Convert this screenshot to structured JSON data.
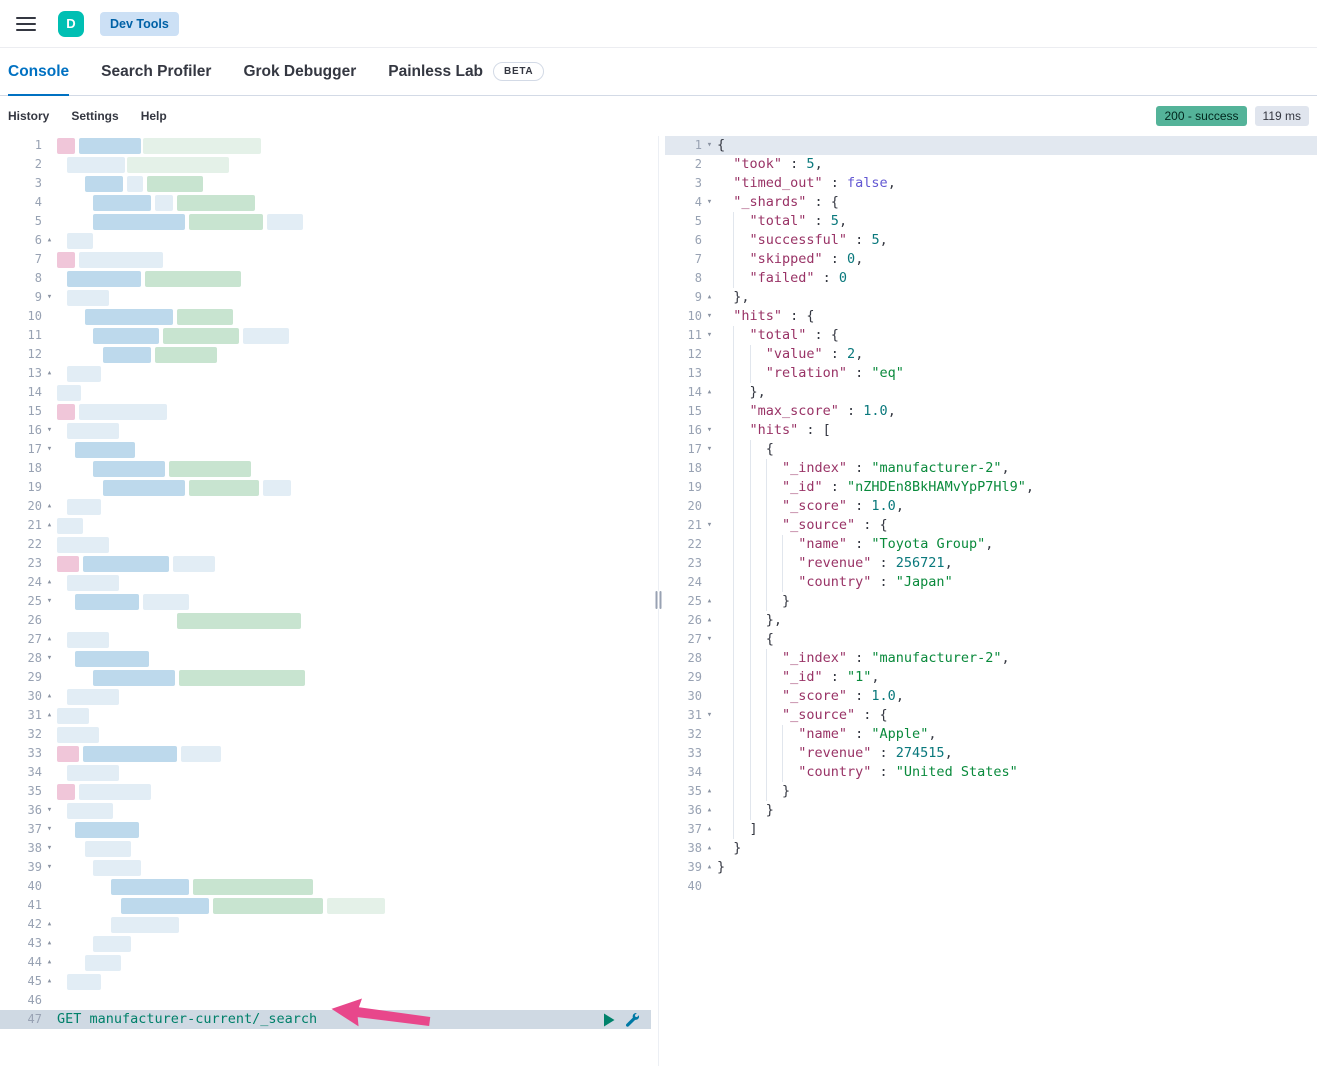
{
  "header": {
    "avatar_letter": "D",
    "breadcrumb": "Dev Tools"
  },
  "tabs": {
    "items": [
      {
        "label": "Console",
        "active": true
      },
      {
        "label": "Search Profiler"
      },
      {
        "label": "Grok Debugger"
      },
      {
        "label": "Painless Lab",
        "beta": "BETA"
      }
    ]
  },
  "toolbar": {
    "links": [
      "History",
      "Settings",
      "Help"
    ],
    "status_badge": "200 - success",
    "time_badge": "119 ms"
  },
  "colors": {
    "accent_blue": "#0071c2",
    "avatar_teal": "#00bfb3",
    "breadcrumb_badge_bg": "#cce0f5",
    "breadcrumb_badge_text": "#0061a6",
    "success_badge_bg": "#54b399",
    "time_badge_bg": "#e0e5ee",
    "selected_line_bg": "#cfd9e3",
    "response_highlight_bg": "#e2e8f0",
    "token_key": "#993366",
    "token_string": "#0a8a3c",
    "token_number": "#09787c",
    "token_boolean": "#6257d2",
    "token_method": "#00806a",
    "play_green": "#00826b",
    "wrench_blue": "#0079a5",
    "arrow_pink": "#e8478b"
  },
  "request_editor": {
    "line_count": 47,
    "selected_line": 47,
    "request": {
      "method": "GET",
      "path": "manufacturer-current/_search"
    },
    "fold_markers": {
      "6": "u",
      "9": "d",
      "13": "u",
      "16": "d",
      "17": "d",
      "20": "u",
      "21": "u",
      "24": "u",
      "25": "d",
      "27": "u",
      "28": "d",
      "30": "u",
      "31": "u",
      "36": "d",
      "37": "d",
      "38": "d",
      "39": "d",
      "42": "u",
      "43": "u",
      "44": "u",
      "45": "u"
    },
    "redacted_lines": {
      "1": [
        [
          0,
          18,
          "p"
        ],
        [
          22,
          62,
          "b"
        ],
        [
          86,
          118,
          "m"
        ]
      ],
      "2": [
        [
          10,
          58,
          "l"
        ],
        [
          70,
          102,
          "m"
        ]
      ],
      "3": [
        [
          28,
          38,
          "b"
        ],
        [
          70,
          16,
          "l"
        ],
        [
          90,
          56,
          "g"
        ]
      ],
      "4": [
        [
          36,
          58,
          "b"
        ],
        [
          98,
          18,
          "l"
        ],
        [
          120,
          78,
          "g"
        ]
      ],
      "5": [
        [
          36,
          92,
          "b"
        ],
        [
          132,
          74,
          "g"
        ],
        [
          210,
          36,
          "l"
        ]
      ],
      "6": [
        [
          10,
          26,
          "l"
        ]
      ],
      "7": [
        [
          0,
          18,
          "p"
        ],
        [
          22,
          84,
          "l"
        ]
      ],
      "8": [
        [
          10,
          74,
          "b"
        ],
        [
          88,
          96,
          "g"
        ]
      ],
      "9": [
        [
          10,
          42,
          "l"
        ]
      ],
      "10": [
        [
          28,
          88,
          "b"
        ],
        [
          120,
          56,
          "g"
        ]
      ],
      "11": [
        [
          36,
          66,
          "b"
        ],
        [
          106,
          76,
          "g"
        ],
        [
          186,
          46,
          "l"
        ]
      ],
      "12": [
        [
          46,
          48,
          "b"
        ],
        [
          98,
          62,
          "g"
        ]
      ],
      "13": [
        [
          10,
          34,
          "l"
        ]
      ],
      "14": [
        [
          0,
          24,
          "l"
        ]
      ],
      "15": [
        [
          0,
          18,
          "p"
        ],
        [
          22,
          88,
          "l"
        ]
      ],
      "16": [
        [
          10,
          52,
          "l"
        ]
      ],
      "17": [
        [
          18,
          60,
          "b"
        ]
      ],
      "18": [
        [
          36,
          72,
          "b"
        ],
        [
          112,
          82,
          "g"
        ]
      ],
      "19": [
        [
          46,
          82,
          "b"
        ],
        [
          132,
          70,
          "g"
        ],
        [
          206,
          28,
          "l"
        ]
      ],
      "20": [
        [
          10,
          34,
          "l"
        ]
      ],
      "21": [
        [
          0,
          26,
          "l"
        ]
      ],
      "22": [
        [
          0,
          52,
          "l"
        ]
      ],
      "23": [
        [
          0,
          22,
          "p"
        ],
        [
          26,
          86,
          "b"
        ],
        [
          116,
          42,
          "l"
        ]
      ],
      "24": [
        [
          10,
          52,
          "l"
        ]
      ],
      "25": [
        [
          18,
          64,
          "b"
        ],
        [
          86,
          46,
          "l"
        ]
      ],
      "26": [
        [
          120,
          124,
          "g"
        ]
      ],
      "27": [
        [
          10,
          42,
          "l"
        ]
      ],
      "28": [
        [
          18,
          74,
          "b"
        ]
      ],
      "29": [
        [
          36,
          82,
          "b"
        ],
        [
          122,
          126,
          "g"
        ]
      ],
      "30": [
        [
          10,
          52,
          "l"
        ]
      ],
      "31": [
        [
          0,
          32,
          "l"
        ]
      ],
      "32": [
        [
          0,
          42,
          "l"
        ]
      ],
      "33": [
        [
          0,
          22,
          "p"
        ],
        [
          26,
          94,
          "b"
        ],
        [
          124,
          40,
          "l"
        ]
      ],
      "34": [
        [
          10,
          52,
          "l"
        ]
      ],
      "35": [
        [
          0,
          18,
          "p"
        ],
        [
          22,
          72,
          "l"
        ]
      ],
      "36": [
        [
          10,
          46,
          "l"
        ]
      ],
      "37": [
        [
          18,
          64,
          "b"
        ]
      ],
      "38": [
        [
          28,
          46,
          "l"
        ]
      ],
      "39": [
        [
          36,
          48,
          "l"
        ]
      ],
      "40": [
        [
          54,
          78,
          "b"
        ],
        [
          136,
          120,
          "g"
        ]
      ],
      "41": [
        [
          64,
          88,
          "b"
        ],
        [
          156,
          110,
          "g"
        ],
        [
          270,
          58,
          "m"
        ]
      ],
      "42": [
        [
          54,
          68,
          "l"
        ]
      ],
      "43": [
        [
          36,
          38,
          "l"
        ]
      ],
      "44": [
        [
          28,
          36,
          "l"
        ]
      ],
      "45": [
        [
          10,
          34,
          "l"
        ]
      ]
    }
  },
  "response_editor": {
    "highlight_line": 1,
    "lines": [
      {
        "n": 1,
        "i": 0,
        "f": "d",
        "t": [
          [
            "{",
            "p"
          ]
        ]
      },
      {
        "n": 2,
        "i": 1,
        "t": [
          [
            "\"took\"",
            "k"
          ],
          [
            " : ",
            "p"
          ],
          [
            "5",
            "n"
          ],
          [
            ",",
            "p"
          ]
        ]
      },
      {
        "n": 3,
        "i": 1,
        "t": [
          [
            "\"timed_out\"",
            "k"
          ],
          [
            " : ",
            "p"
          ],
          [
            "false",
            "b"
          ],
          [
            ",",
            "p"
          ]
        ]
      },
      {
        "n": 4,
        "i": 1,
        "f": "d",
        "t": [
          [
            "\"_shards\"",
            "k"
          ],
          [
            " : ",
            "p"
          ],
          [
            "{",
            "p"
          ]
        ]
      },
      {
        "n": 5,
        "i": 2,
        "t": [
          [
            "\"total\"",
            "k"
          ],
          [
            " : ",
            "p"
          ],
          [
            "5",
            "n"
          ],
          [
            ",",
            "p"
          ]
        ]
      },
      {
        "n": 6,
        "i": 2,
        "t": [
          [
            "\"successful\"",
            "k"
          ],
          [
            " : ",
            "p"
          ],
          [
            "5",
            "n"
          ],
          [
            ",",
            "p"
          ]
        ]
      },
      {
        "n": 7,
        "i": 2,
        "t": [
          [
            "\"skipped\"",
            "k"
          ],
          [
            " : ",
            "p"
          ],
          [
            "0",
            "n"
          ],
          [
            ",",
            "p"
          ]
        ]
      },
      {
        "n": 8,
        "i": 2,
        "t": [
          [
            "\"failed\"",
            "k"
          ],
          [
            " : ",
            "p"
          ],
          [
            "0",
            "n"
          ]
        ]
      },
      {
        "n": 9,
        "i": 1,
        "f": "u",
        "t": [
          [
            "},",
            "p"
          ]
        ]
      },
      {
        "n": 10,
        "i": 1,
        "f": "d",
        "t": [
          [
            "\"hits\"",
            "k"
          ],
          [
            " : ",
            "p"
          ],
          [
            "{",
            "p"
          ]
        ]
      },
      {
        "n": 11,
        "i": 2,
        "f": "d",
        "t": [
          [
            "\"total\"",
            "k"
          ],
          [
            " : ",
            "p"
          ],
          [
            "{",
            "p"
          ]
        ]
      },
      {
        "n": 12,
        "i": 3,
        "t": [
          [
            "\"value\"",
            "k"
          ],
          [
            " : ",
            "p"
          ],
          [
            "2",
            "n"
          ],
          [
            ",",
            "p"
          ]
        ]
      },
      {
        "n": 13,
        "i": 3,
        "t": [
          [
            "\"relation\"",
            "k"
          ],
          [
            " : ",
            "p"
          ],
          [
            "\"eq\"",
            "s"
          ]
        ]
      },
      {
        "n": 14,
        "i": 2,
        "f": "u",
        "t": [
          [
            "},",
            "p"
          ]
        ]
      },
      {
        "n": 15,
        "i": 2,
        "t": [
          [
            "\"max_score\"",
            "k"
          ],
          [
            " : ",
            "p"
          ],
          [
            "1.0",
            "n"
          ],
          [
            ",",
            "p"
          ]
        ]
      },
      {
        "n": 16,
        "i": 2,
        "f": "d",
        "t": [
          [
            "\"hits\"",
            "k"
          ],
          [
            " : ",
            "p"
          ],
          [
            "[",
            "p"
          ]
        ]
      },
      {
        "n": 17,
        "i": 3,
        "f": "d",
        "t": [
          [
            "{",
            "p"
          ]
        ]
      },
      {
        "n": 18,
        "i": 4,
        "t": [
          [
            "\"_index\"",
            "k"
          ],
          [
            " : ",
            "p"
          ],
          [
            "\"manufacturer-2\"",
            "s"
          ],
          [
            ",",
            "p"
          ]
        ]
      },
      {
        "n": 19,
        "i": 4,
        "t": [
          [
            "\"_id\"",
            "k"
          ],
          [
            " : ",
            "p"
          ],
          [
            "\"nZHDEn8BkHAMvYpP7Hl9\"",
            "s"
          ],
          [
            ",",
            "p"
          ]
        ]
      },
      {
        "n": 20,
        "i": 4,
        "t": [
          [
            "\"_score\"",
            "k"
          ],
          [
            " : ",
            "p"
          ],
          [
            "1.0",
            "n"
          ],
          [
            ",",
            "p"
          ]
        ]
      },
      {
        "n": 21,
        "i": 4,
        "f": "d",
        "t": [
          [
            "\"_source\"",
            "k"
          ],
          [
            " : ",
            "p"
          ],
          [
            "{",
            "p"
          ]
        ]
      },
      {
        "n": 22,
        "i": 5,
        "t": [
          [
            "\"name\"",
            "k"
          ],
          [
            " : ",
            "p"
          ],
          [
            "\"Toyota Group\"",
            "s"
          ],
          [
            ",",
            "p"
          ]
        ]
      },
      {
        "n": 23,
        "i": 5,
        "t": [
          [
            "\"revenue\"",
            "k"
          ],
          [
            " : ",
            "p"
          ],
          [
            "256721",
            "n"
          ],
          [
            ",",
            "p"
          ]
        ]
      },
      {
        "n": 24,
        "i": 5,
        "t": [
          [
            "\"country\"",
            "k"
          ],
          [
            " : ",
            "p"
          ],
          [
            "\"Japan\"",
            "s"
          ]
        ]
      },
      {
        "n": 25,
        "i": 4,
        "f": "u",
        "t": [
          [
            "}",
            "p"
          ]
        ]
      },
      {
        "n": 26,
        "i": 3,
        "f": "u",
        "t": [
          [
            "},",
            "p"
          ]
        ]
      },
      {
        "n": 27,
        "i": 3,
        "f": "d",
        "t": [
          [
            "{",
            "p"
          ]
        ]
      },
      {
        "n": 28,
        "i": 4,
        "t": [
          [
            "\"_index\"",
            "k"
          ],
          [
            " : ",
            "p"
          ],
          [
            "\"manufacturer-2\"",
            "s"
          ],
          [
            ",",
            "p"
          ]
        ]
      },
      {
        "n": 29,
        "i": 4,
        "t": [
          [
            "\"_id\"",
            "k"
          ],
          [
            " : ",
            "p"
          ],
          [
            "\"1\"",
            "s"
          ],
          [
            ",",
            "p"
          ]
        ]
      },
      {
        "n": 30,
        "i": 4,
        "t": [
          [
            "\"_score\"",
            "k"
          ],
          [
            " : ",
            "p"
          ],
          [
            "1.0",
            "n"
          ],
          [
            ",",
            "p"
          ]
        ]
      },
      {
        "n": 31,
        "i": 4,
        "f": "d",
        "t": [
          [
            "\"_source\"",
            "k"
          ],
          [
            " : ",
            "p"
          ],
          [
            "{",
            "p"
          ]
        ]
      },
      {
        "n": 32,
        "i": 5,
        "t": [
          [
            "\"name\"",
            "k"
          ],
          [
            " : ",
            "p"
          ],
          [
            "\"Apple\"",
            "s"
          ],
          [
            ",",
            "p"
          ]
        ]
      },
      {
        "n": 33,
        "i": 5,
        "t": [
          [
            "\"revenue\"",
            "k"
          ],
          [
            " : ",
            "p"
          ],
          [
            "274515",
            "n"
          ],
          [
            ",",
            "p"
          ]
        ]
      },
      {
        "n": 34,
        "i": 5,
        "t": [
          [
            "\"country\"",
            "k"
          ],
          [
            " : ",
            "p"
          ],
          [
            "\"United States\"",
            "s"
          ]
        ]
      },
      {
        "n": 35,
        "i": 4,
        "f": "u",
        "t": [
          [
            "}",
            "p"
          ]
        ]
      },
      {
        "n": 36,
        "i": 3,
        "f": "u",
        "t": [
          [
            "}",
            "p"
          ]
        ]
      },
      {
        "n": 37,
        "i": 2,
        "f": "u",
        "t": [
          [
            "]",
            "p"
          ]
        ]
      },
      {
        "n": 38,
        "i": 1,
        "f": "u",
        "t": [
          [
            "}",
            "p"
          ]
        ]
      },
      {
        "n": 39,
        "i": 0,
        "f": "u",
        "t": [
          [
            "}",
            "p"
          ]
        ]
      },
      {
        "n": 40,
        "i": 0,
        "t": []
      }
    ]
  }
}
